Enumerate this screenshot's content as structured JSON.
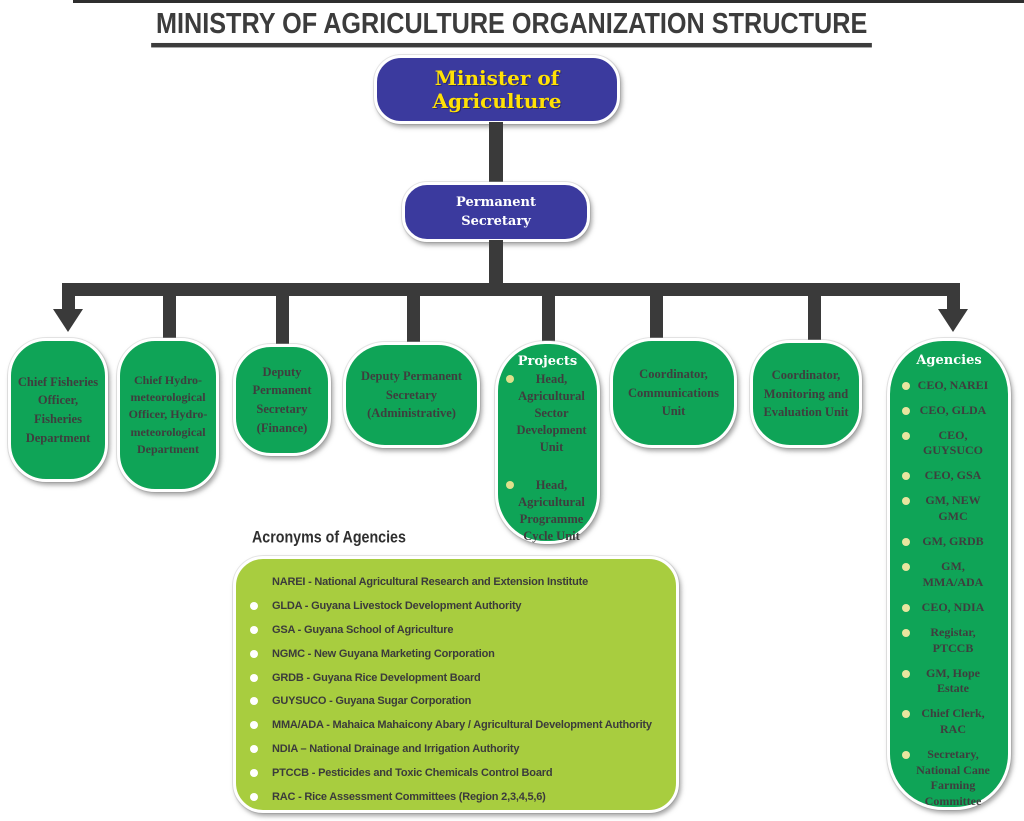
{
  "header": {
    "title": "MINISTRY OF AGRICULTURE ORGANIZATION STRUCTURE"
  },
  "colors": {
    "accent_blue": "#3b3a9e",
    "accent_green": "#0fa457",
    "accent_light_green": "#a8cd3f",
    "minister_text": "#ffe105",
    "line": "#3a3a3a",
    "label_text": "#3e3e3e",
    "bullet_projects": "#dfe08c",
    "bullet_agencies": "#e9e59f",
    "bullet_white": "#ffffff"
  },
  "org": {
    "minister": "Minister of Agriculture",
    "permanent_secretary": "Permanent Secretary",
    "fisheries": "Chief Fisheries Officer, Fisheries Department",
    "hydromet": "Chief Hydro-meteorological Officer, Hydro-meteorological Department",
    "dps_finance": "Deputy Permanent Secretary (Finance)",
    "dps_admin": "Deputy Permanent Secretary (Administrative)",
    "communications": "Coordinator, Communications Unit",
    "monitoring": "Coordinator, Monitoring and Evaluation Unit",
    "projects": {
      "heading": "Projects",
      "items": [
        "Head, Agricultural Sector Development Unit",
        "Head, Agricultural Programme Cycle Unit"
      ]
    },
    "agencies": {
      "heading": "Agencies",
      "items": [
        "CEO, NAREI",
        "CEO, GLDA",
        "CEO, GUYSUCO",
        "CEO, GSA",
        "GM, NEW GMC",
        "GM, GRDB",
        "GM, MMA/ADA",
        "CEO, NDIA",
        "Registar, PTCCB",
        "GM, Hope Estate",
        "Chief Clerk, RAC",
        "Secretary, National Cane Farming Committee"
      ]
    }
  },
  "acronyms": {
    "heading": "Acronyms of Agencies",
    "items": [
      {
        "text": "NAREI - National Agricultural Research and Extension Institute",
        "bullet": false
      },
      {
        "text": "GLDA - Guyana Livestock Development Authority",
        "bullet": true
      },
      {
        "text": "GSA - Guyana School of Agriculture",
        "bullet": true
      },
      {
        "text": "NGMC - New Guyana Marketing Corporation",
        "bullet": true
      },
      {
        "text": "GRDB - Guyana Rice Development Board",
        "bullet": true
      },
      {
        "text": "GUYSUCO - Guyana Sugar Corporation",
        "bullet": true
      },
      {
        "text": "MMA/ADA - Mahaica Mahaicony Abary / Agricultural Development Authority",
        "bullet": true
      },
      {
        "text": "NDIA – National Drainage and Irrigation Authority",
        "bullet": true
      },
      {
        "text": "PTCCB - Pesticides and Toxic Chemicals Control Board",
        "bullet": true
      },
      {
        "text": "RAC - Rice Assessment Committees (Region 2,3,4,5,6)",
        "bullet": true
      }
    ]
  }
}
